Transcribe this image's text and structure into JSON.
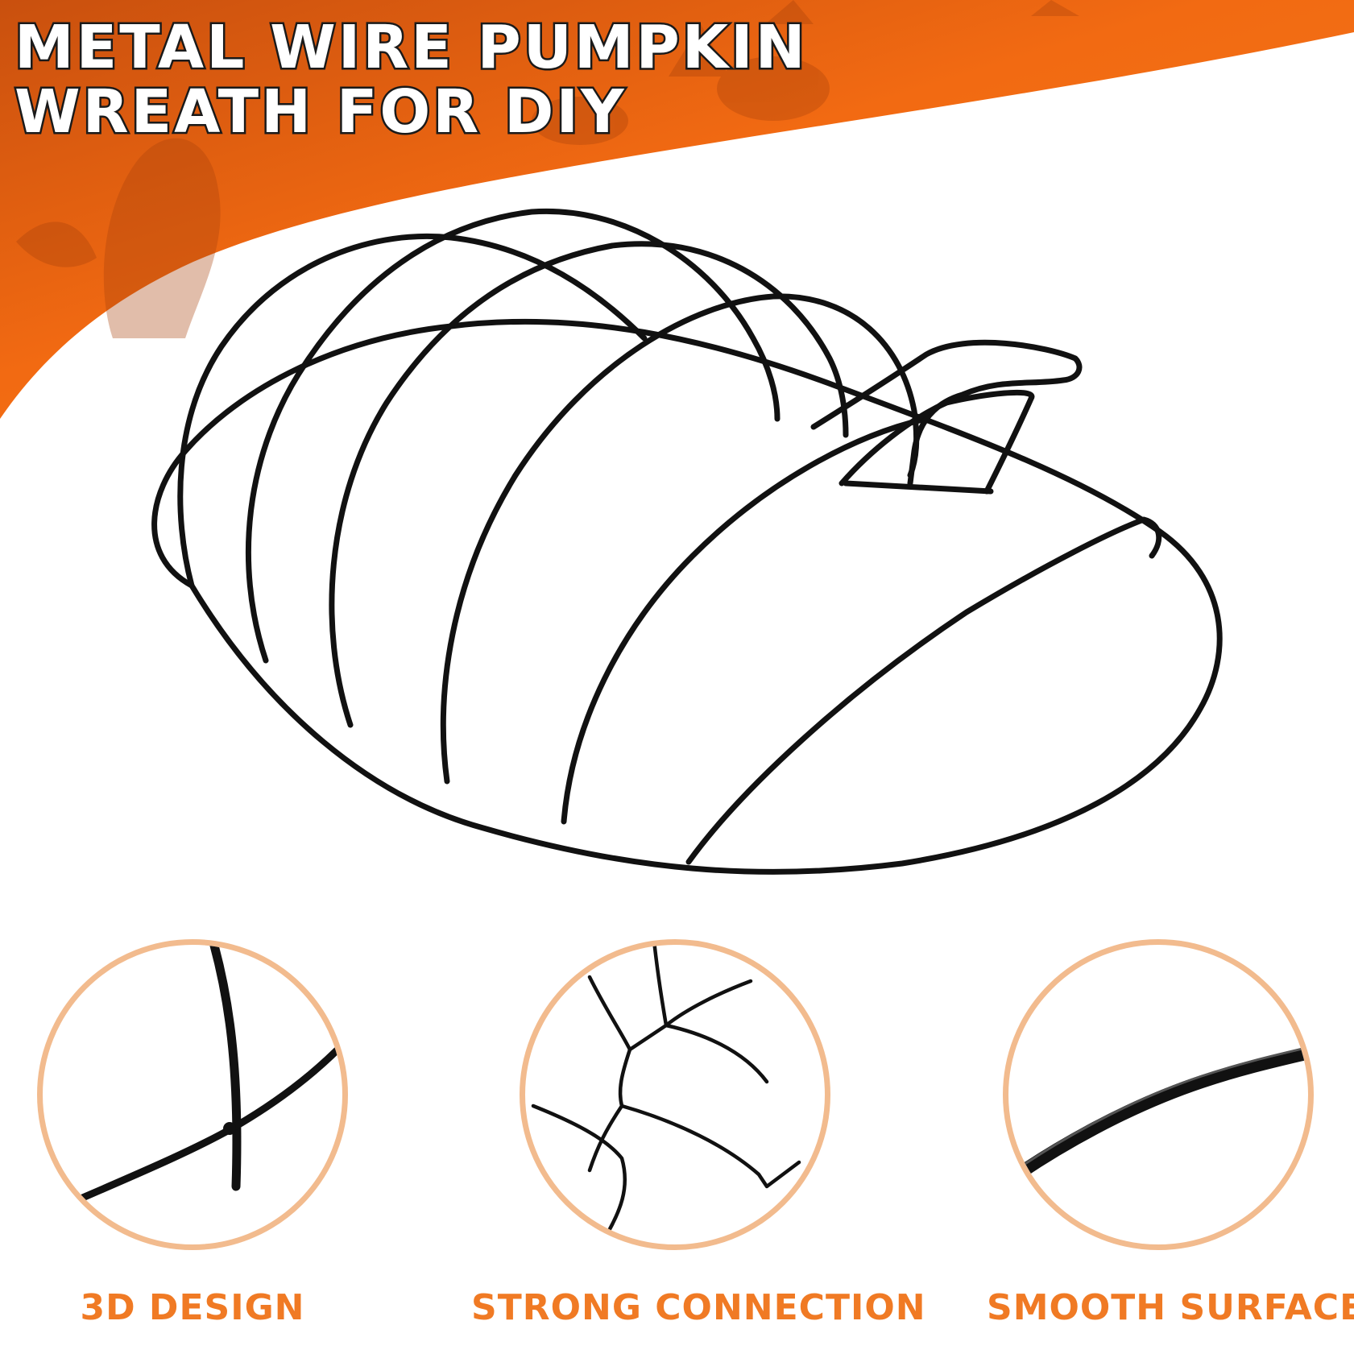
{
  "headline": {
    "line1": "METAL WIRE PUMPKIN",
    "line2": "WREATH FOR DIY"
  },
  "features": [
    {
      "label": "3D DESIGN"
    },
    {
      "label": "STRONG CONNECTION"
    },
    {
      "label": "SMOOTH SURFACE"
    }
  ],
  "colors": {
    "banner_orange": "#f26a12",
    "banner_dark": "#b8440a",
    "wire": "#111111",
    "circle_ring": "#f2bb8e",
    "label_orange": "#f07a24"
  }
}
